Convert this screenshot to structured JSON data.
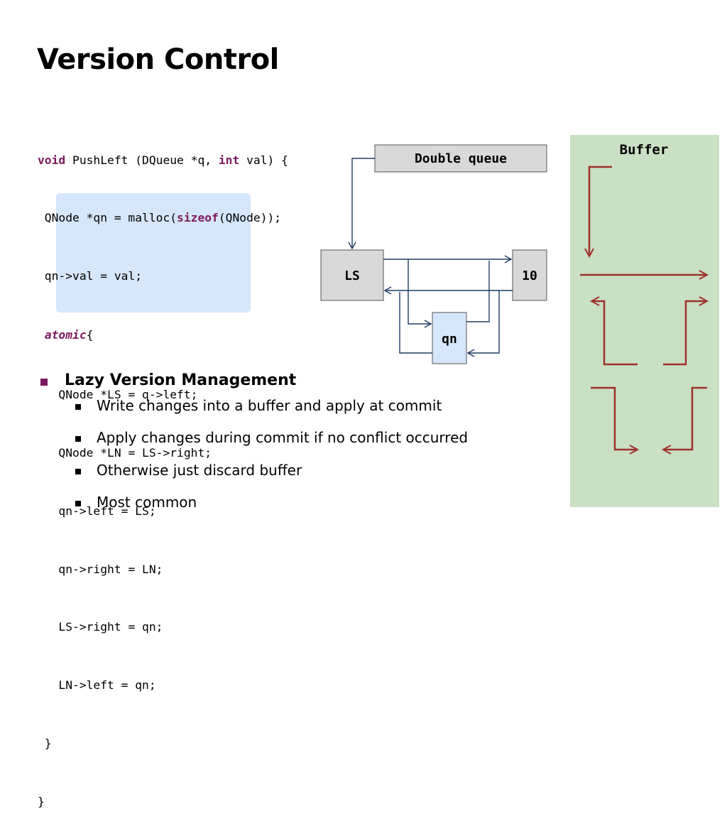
{
  "title": "Version Control",
  "code": {
    "line1": {
      "kw1": "void",
      "t1": " PushLeft (DQueue *q, ",
      "kw2": "int",
      "t2": " val) {"
    },
    "line2": {
      "t1": " QNode *qn = malloc(",
      "kw1": "sizeof",
      "t2": "(QNode));"
    },
    "line3": " qn->val = val;",
    "line4": {
      "kw1": "atomic",
      "t1": "{"
    },
    "atomic_lines": [
      "QNode *LS = q->left;",
      "QNode *LN = LS->right;",
      "qn->left = LS;",
      "qn->right = LN;",
      "LS->right = qn;",
      "LN->left = qn;"
    ],
    "close_inner": " }",
    "close_outer": "}"
  },
  "diagram": {
    "header_label": "Double queue",
    "node_ls": "LS",
    "node_10": "10",
    "node_qn": "qn"
  },
  "buffer_panel": {
    "label": "Buffer"
  },
  "bullets": {
    "main": "Lazy Version Management",
    "sub": [
      "Write changes into a buffer and apply at commit",
      "Apply changes during commit if no conflict occurred",
      "Otherwise just discard buffer",
      "Most common"
    ]
  },
  "colors": {
    "keyword": "#7d1a5e",
    "code_highlight": "#d6e6fb",
    "buffer_bg": "#c9e0c4",
    "buffer_arrow": "#a0302c",
    "diagram_line": "#1f3b63",
    "node_gray": "#d9d9d9",
    "node_blue": "#d6e6fb"
  }
}
